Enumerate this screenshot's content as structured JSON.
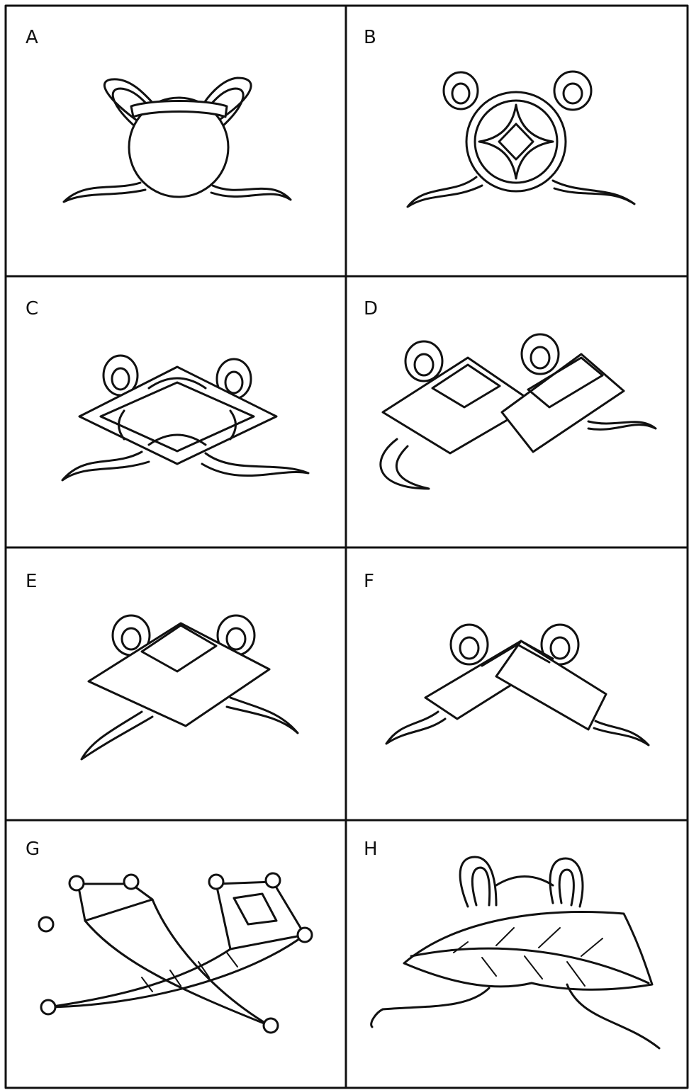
{
  "panels": [
    {
      "label": "A",
      "motif": "ribbon-tied-round-coin"
    },
    {
      "label": "B",
      "motif": "ribbon-tied-square-holed-coin"
    },
    {
      "label": "C",
      "motif": "ribbon-tied-lozenge-over-coin"
    },
    {
      "label": "D",
      "motif": "ribbon-tied-double-lozenge"
    },
    {
      "label": "E",
      "motif": "ribbon-tied-lozenge"
    },
    {
      "label": "F",
      "motif": "ribbon-tied-folded-rectangles"
    },
    {
      "label": "G",
      "motif": "crossed-horns"
    },
    {
      "label": "H",
      "motif": "ribbon-tied-leaf"
    }
  ],
  "colors": {
    "ink": "#111111",
    "paper": "#ffffff"
  }
}
